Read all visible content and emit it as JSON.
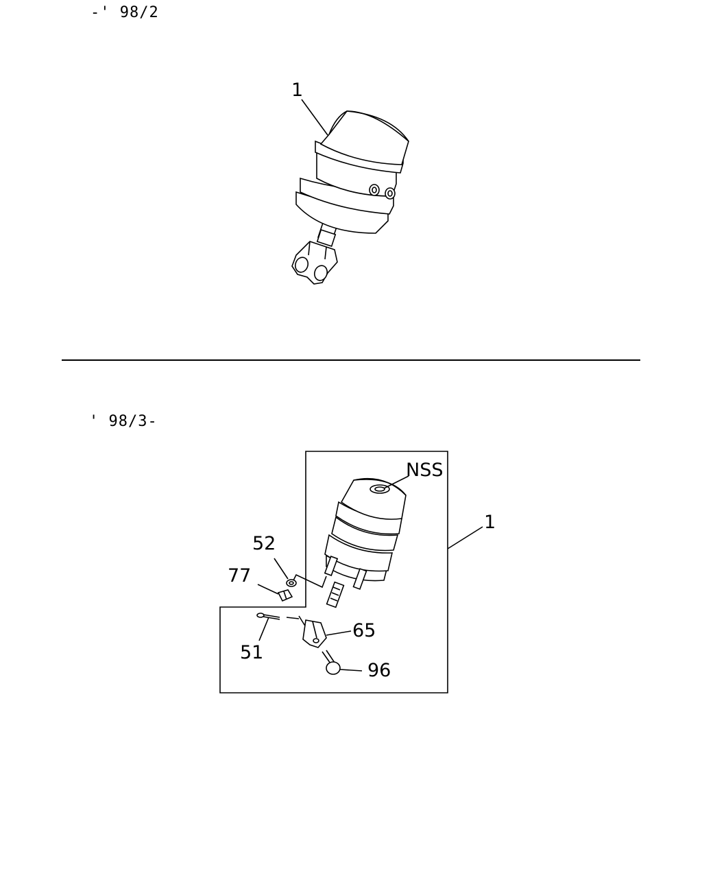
{
  "sections": {
    "top": {
      "range_label": "-' 98/2",
      "callouts": [
        "1"
      ]
    },
    "bottom": {
      "range_label": "' 98/3-",
      "callouts": {
        "nss": "NSS",
        "assembly": "1",
        "p52": "52",
        "p77": "77",
        "p65": "65",
        "p51": "51",
        "p96": "96"
      }
    }
  }
}
